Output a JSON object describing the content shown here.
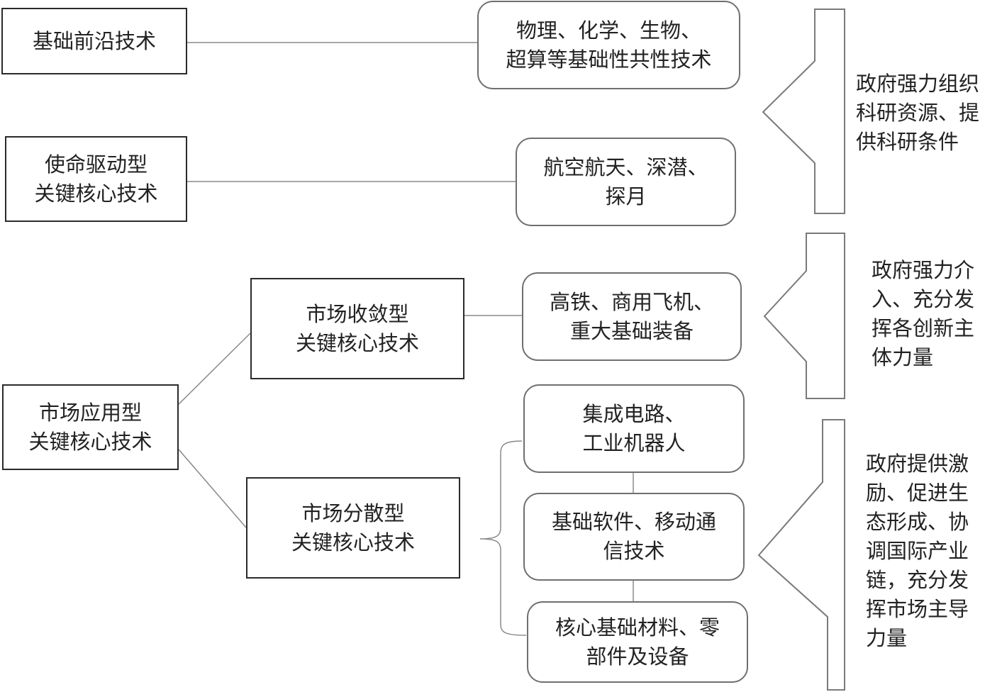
{
  "categories": {
    "frontier": "基础前沿技术",
    "mission": "使命驱动型\n关键核心技术",
    "market_applied": "市场应用型\n关键核心技术",
    "market_convergent": "市场收敛型\n关键核心技术",
    "market_dispersed": "市场分散型\n关键核心技术"
  },
  "examples": {
    "frontier": "物理、化学、生物、\n超算等基础性共性技术",
    "mission": "航空航天、深潜、\n探月",
    "convergent": "高铁、商用飞机、\n重大基础装备",
    "dispersed_1": "集成电路、\n工业机器人",
    "dispersed_2": "基础软件、移动通\n信技术",
    "dispersed_3": "核心基础材料、零\n部件及设备"
  },
  "government_roles": {
    "role_1": "政府强力组织\n科研资源、提\n供科研条件",
    "role_2": "政府强力介\n入、充分发\n挥各创新主\n体力量",
    "role_3": "政府提供激\n励、促进生\n态形成、协\n调国际产业\n链，充分发\n挥市场主导\n力量"
  }
}
